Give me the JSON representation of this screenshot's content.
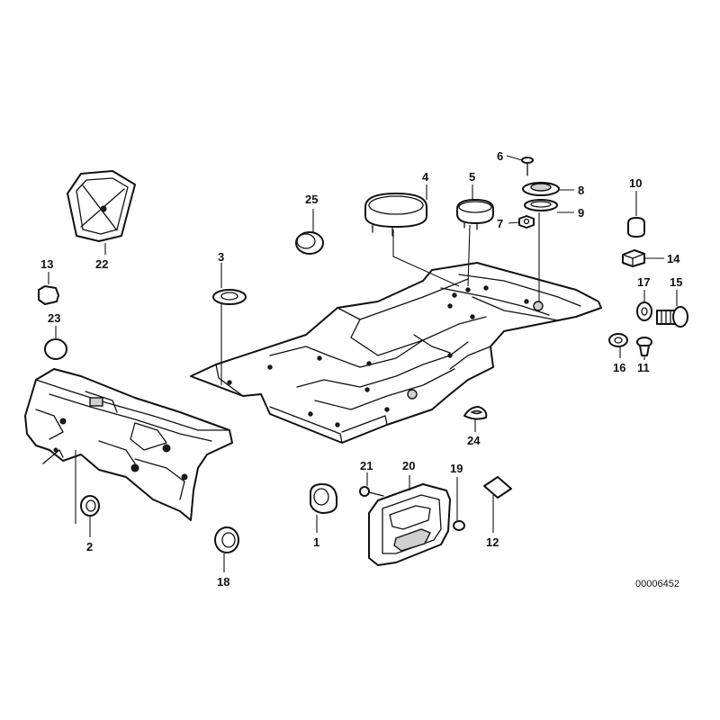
{
  "colors": {
    "line": "#111111",
    "background": "#ffffff",
    "shade": "#cfcfcf"
  },
  "diagram_number": "00006452",
  "callouts": {
    "c1": "1",
    "c2": "2",
    "c3": "3",
    "c4": "4",
    "c5": "5",
    "c6": "6",
    "c7": "7",
    "c8": "8",
    "c9": "9",
    "c10": "10",
    "c11": "11",
    "c12": "12",
    "c13": "13",
    "c14": "14",
    "c15": "15",
    "c16": "16",
    "c17": "17",
    "c18": "18",
    "c19": "19",
    "c20": "20",
    "c21": "21",
    "c22": "22",
    "c23": "23",
    "c24": "24",
    "c25": "25"
  }
}
